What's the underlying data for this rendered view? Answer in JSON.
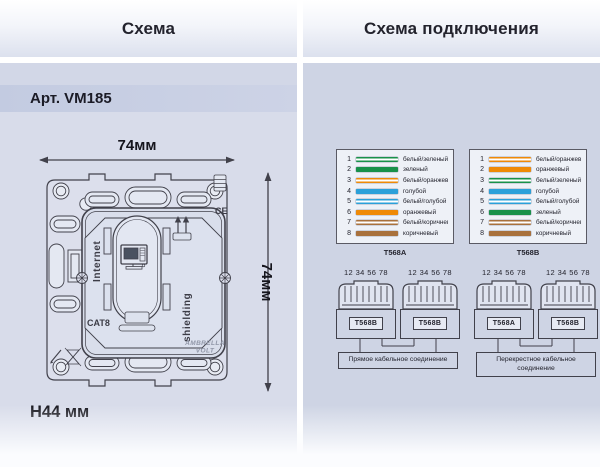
{
  "header": {
    "left_title": "Схема",
    "right_title": "Схема подключения"
  },
  "left_panel": {
    "article": "Арт. VM185",
    "width_label": "74мм",
    "height_label": "74мм",
    "depth_label": "Н44 мм",
    "device": {
      "port_label": "Internet",
      "shield_label": "shielding",
      "cat_label": "CAT8",
      "brand_line1": "AMBRELLA",
      "brand_line2": "VOLT",
      "ce_mark": "CE"
    }
  },
  "right_panel": {
    "tables": [
      {
        "caption": "T568A",
        "rows": [
          {
            "pin": "1",
            "label": "белый/зеленый",
            "color": "#18914a",
            "striped": true
          },
          {
            "pin": "2",
            "label": "зеленый",
            "color": "#18914a",
            "striped": false
          },
          {
            "pin": "3",
            "label": "белый/оранжевый",
            "color": "#ef8a07",
            "striped": true
          },
          {
            "pin": "4",
            "label": "голубой",
            "color": "#2ba0d9",
            "striped": false
          },
          {
            "pin": "5",
            "label": "белый/голубой",
            "color": "#2ba0d9",
            "striped": true
          },
          {
            "pin": "6",
            "label": "оранжевый",
            "color": "#ef8a07",
            "striped": false
          },
          {
            "pin": "7",
            "label": "белый/коричневый",
            "color": "#a9713c",
            "striped": true
          },
          {
            "pin": "8",
            "label": "коричневый",
            "color": "#a9713c",
            "striped": false
          }
        ]
      },
      {
        "caption": "T568B",
        "rows": [
          {
            "pin": "1",
            "label": "белый/оранжевый",
            "color": "#ef8a07",
            "striped": true
          },
          {
            "pin": "2",
            "label": "оранжевый",
            "color": "#ef8a07",
            "striped": false
          },
          {
            "pin": "3",
            "label": "белый/зеленый",
            "color": "#18914a",
            "striped": true
          },
          {
            "pin": "4",
            "label": "голубой",
            "color": "#2ba0d9",
            "striped": false
          },
          {
            "pin": "5",
            "label": "белый/голубой",
            "color": "#2ba0d9",
            "striped": true
          },
          {
            "pin": "6",
            "label": "зеленый",
            "color": "#18914a",
            "striped": false
          },
          {
            "pin": "7",
            "label": "белый/коричневый",
            "color": "#a9713c",
            "striped": true
          },
          {
            "pin": "8",
            "label": "коричневый",
            "color": "#a9713c",
            "striped": false
          }
        ]
      }
    ],
    "connectors": {
      "pin_numbers": "12 34 56 78",
      "pairs": [
        {
          "left_label": "T568B",
          "right_label": "T568B",
          "caption": "Прямое кабельное соединение"
        },
        {
          "left_label": "T568A",
          "right_label": "T568B",
          "caption": "Перекрестное кабельное соединение"
        }
      ]
    }
  }
}
